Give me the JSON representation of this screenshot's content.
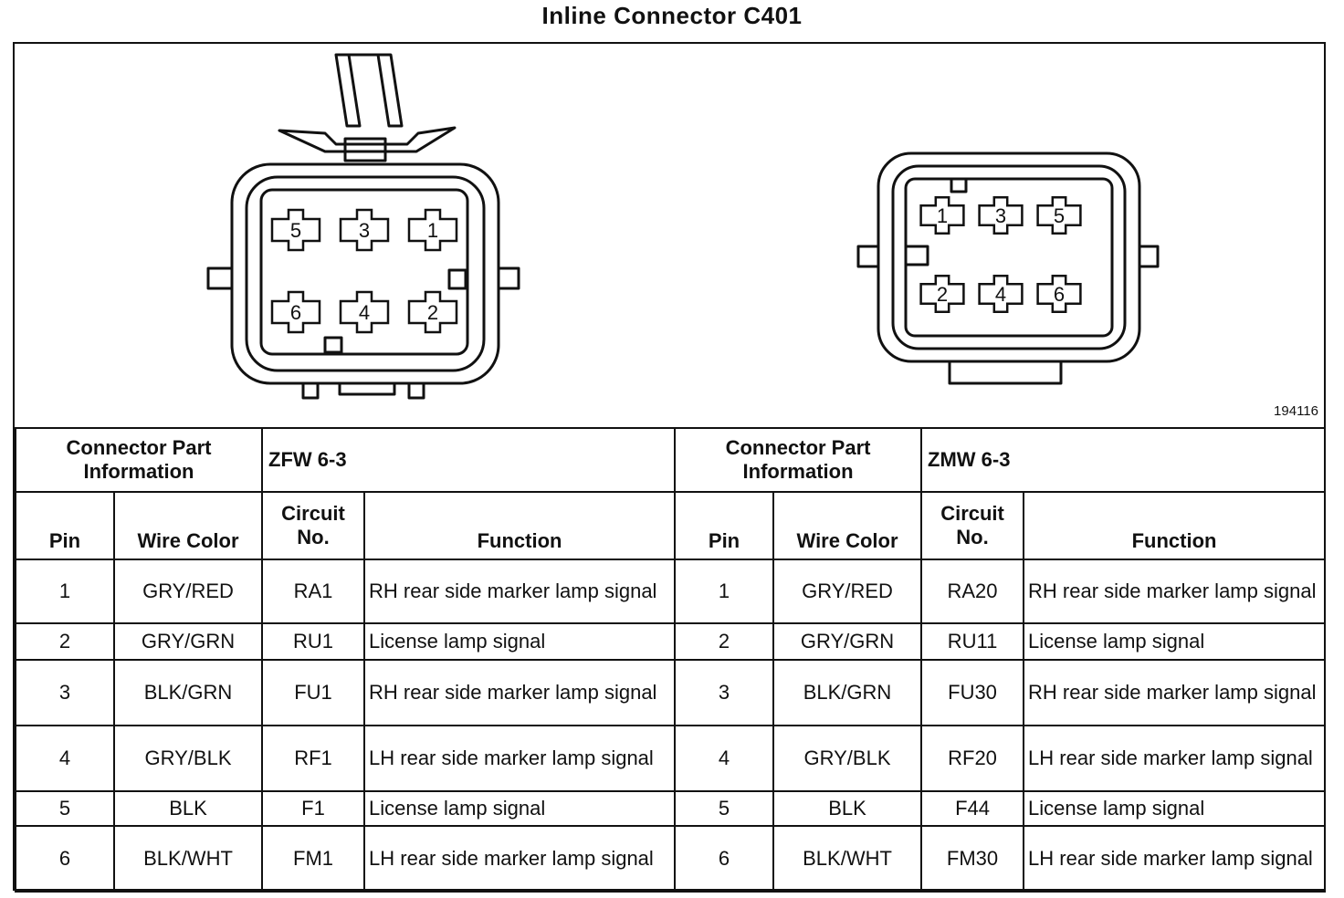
{
  "page": {
    "title": "Inline Connector C401",
    "figure_id": "194116"
  },
  "connector_left": {
    "pins_top": [
      "5",
      "3",
      "1"
    ],
    "pins_bottom": [
      "6",
      "4",
      "2"
    ]
  },
  "connector_right": {
    "pins_top": [
      "1",
      "3",
      "5"
    ],
    "pins_bottom": [
      "2",
      "4",
      "6"
    ]
  },
  "table": {
    "part_info_label": "Connector Part Information",
    "left_part": "ZFW 6-3",
    "right_part": "ZMW 6-3",
    "headers": {
      "pin": "Pin",
      "wire_color": "Wire Color",
      "circuit": "Circuit No.",
      "function": "Function"
    },
    "left_rows": [
      {
        "pin": "1",
        "wire": "GRY/RED",
        "circuit": "RA1",
        "function": "RH rear side marker lamp signal"
      },
      {
        "pin": "2",
        "wire": "GRY/GRN",
        "circuit": "RU1",
        "function": "License lamp signal"
      },
      {
        "pin": "3",
        "wire": "BLK/GRN",
        "circuit": "FU1",
        "function": "RH rear side marker lamp signal"
      },
      {
        "pin": "4",
        "wire": "GRY/BLK",
        "circuit": "RF1",
        "function": "LH rear side marker lamp signal"
      },
      {
        "pin": "5",
        "wire": "BLK",
        "circuit": "F1",
        "function": "License lamp signal"
      },
      {
        "pin": "6",
        "wire": "BLK/WHT",
        "circuit": "FM1",
        "function": "LH rear side marker lamp signal"
      }
    ],
    "right_rows": [
      {
        "pin": "1",
        "wire": "GRY/RED",
        "circuit": "RA20",
        "function": "RH rear side marker lamp signal"
      },
      {
        "pin": "2",
        "wire": "GRY/GRN",
        "circuit": "RU11",
        "function": "License lamp signal"
      },
      {
        "pin": "3",
        "wire": "BLK/GRN",
        "circuit": "FU30",
        "function": "RH rear side marker lamp signal"
      },
      {
        "pin": "4",
        "wire": "GRY/BLK",
        "circuit": "RF20",
        "function": "LH rear side marker lamp signal"
      },
      {
        "pin": "5",
        "wire": "BLK",
        "circuit": "F44",
        "function": "License lamp signal"
      },
      {
        "pin": "6",
        "wire": "BLK/WHT",
        "circuit": "FM30",
        "function": "LH rear side marker lamp signal"
      }
    ]
  }
}
